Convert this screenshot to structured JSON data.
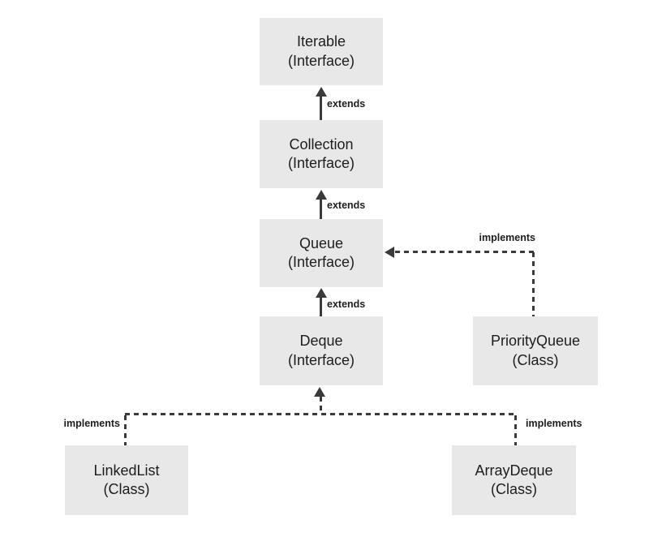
{
  "diagram": {
    "nodes": {
      "iterable": {
        "name": "Iterable",
        "kind": "(Interface)"
      },
      "collection": {
        "name": "Collection",
        "kind": "(Interface)"
      },
      "queue": {
        "name": "Queue",
        "kind": "(Interface)"
      },
      "deque": {
        "name": "Deque",
        "kind": "(Interface)"
      },
      "priorityqueue": {
        "name": "PriorityQueue",
        "kind": "(Class)"
      },
      "linkedlist": {
        "name": "LinkedList",
        "kind": "(Class)"
      },
      "arraydeque": {
        "name": "ArrayDeque",
        "kind": "(Class)"
      }
    },
    "edges": {
      "collection_extends_iterable": "extends",
      "queue_extends_collection": "extends",
      "deque_extends_queue": "extends",
      "priorityqueue_implements_queue": "implements",
      "linkedlist_implements_deque": "implements",
      "arraydeque_implements_deque": "implements"
    },
    "colors": {
      "node_fill": "#e8e8e8",
      "line": "#3a3a3a",
      "text": "#1d1d1d",
      "background": "#ffffff"
    }
  }
}
